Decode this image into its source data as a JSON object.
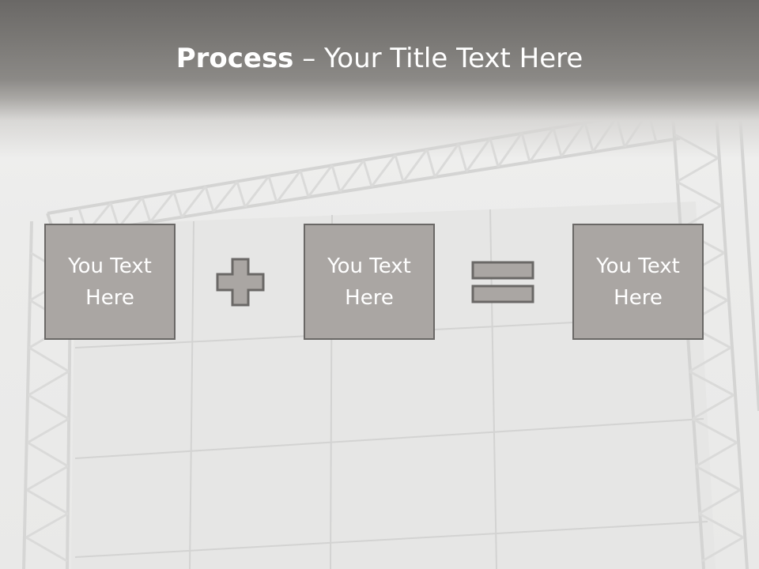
{
  "slide": {
    "title_bold": "Process",
    "title_rest": " – Your Title Text Here",
    "boxes": [
      {
        "text": "You Text Here"
      },
      {
        "text": "You Text Here"
      },
      {
        "text": "You Text Here"
      }
    ],
    "operators": [
      "plus-icon",
      "equals-icon"
    ],
    "colors": {
      "title_band": "#7a7875",
      "box_fill": "#aaa6a3",
      "box_border": "#6a6866",
      "text": "#ffffff"
    }
  }
}
